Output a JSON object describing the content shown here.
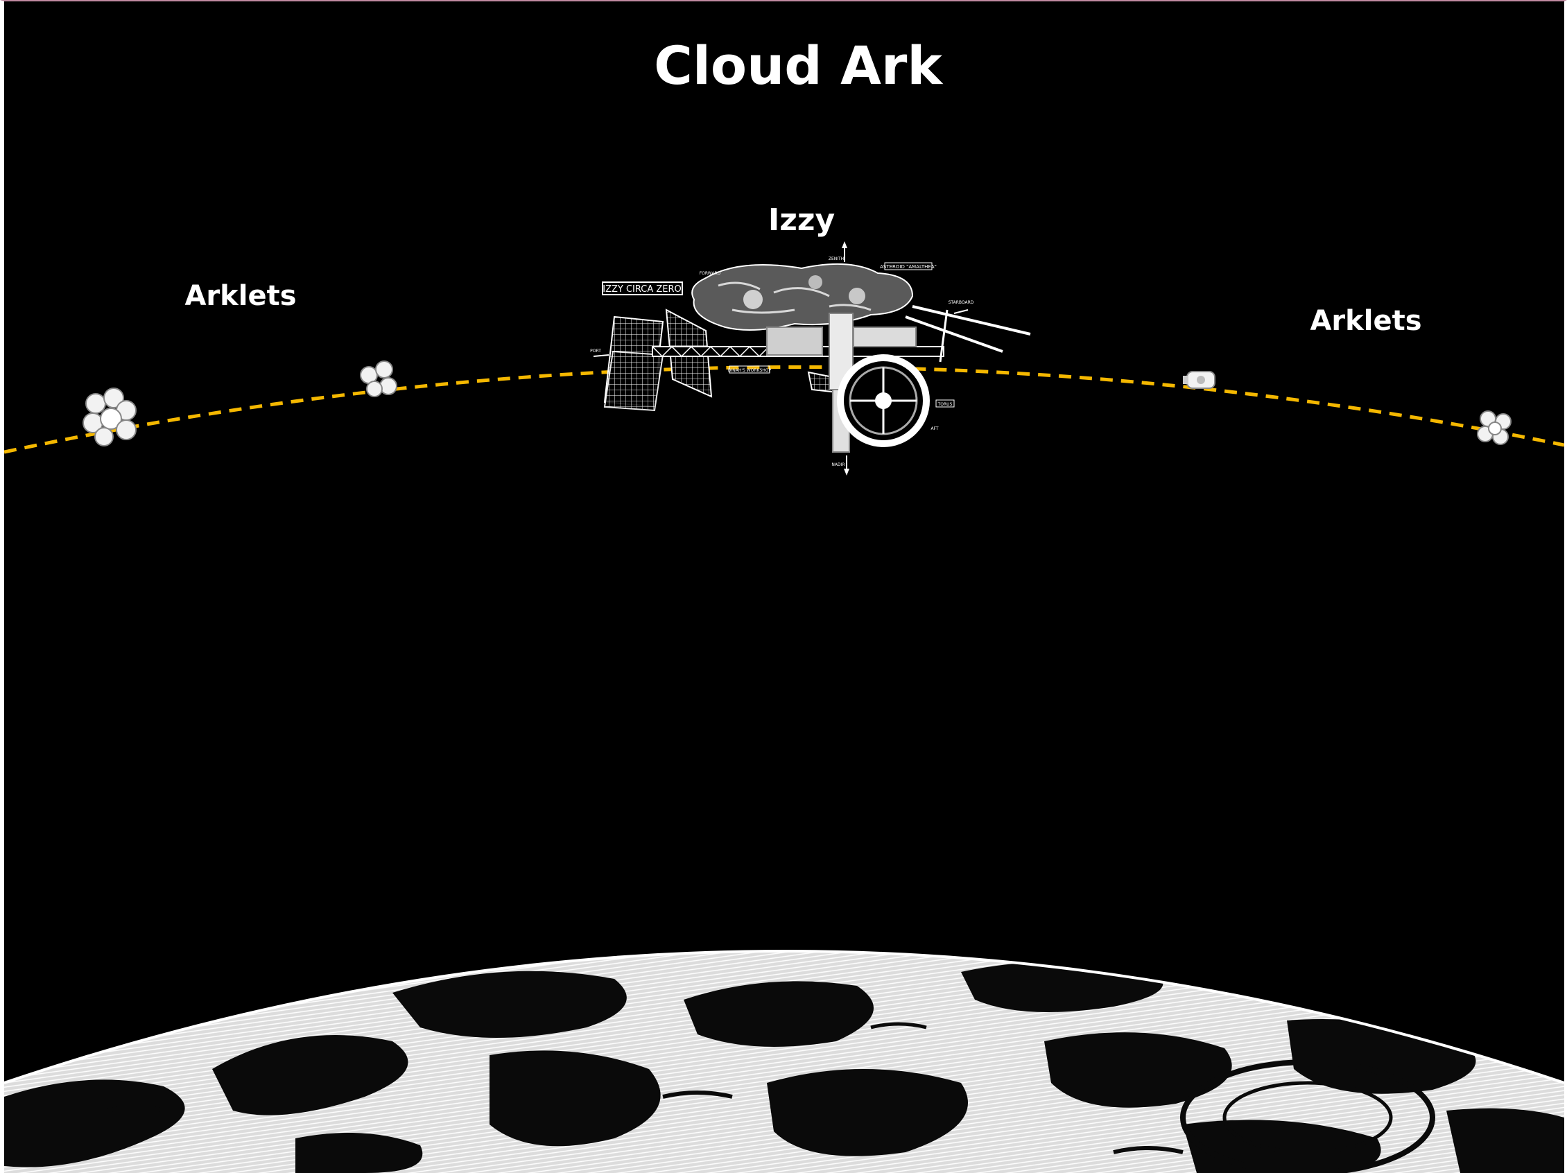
{
  "title": "Cloud Ark",
  "labels": {
    "izzy": "Izzy",
    "arklets_left": "Arklets",
    "arklets_right": "Arklets"
  },
  "station_tags": {
    "main": "IZZY CIRCA ZERO",
    "asteroid": "ASTEROID \"AMALTHEA\"",
    "workshop": "DINAH'S WORKSHOP",
    "torus": "TORUS",
    "zenith": "ZENITH",
    "nadir": "NADIR",
    "forward": "FORWARD",
    "starboard": "STARBOARD",
    "port": "PORT",
    "aft": "AFT"
  },
  "colors": {
    "background": "#000000",
    "orbit": "#f5b800",
    "text": "#ffffff",
    "earth_light": "#e6e6e6",
    "earth_dark": "#0a0a0a"
  },
  "icons": {
    "station": "space-station-icon",
    "arklet": "arklet-cluster-icon",
    "earth": "earth-horizon-icon"
  }
}
